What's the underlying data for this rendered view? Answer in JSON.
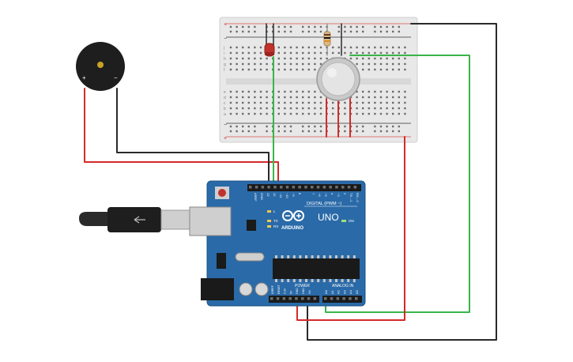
{
  "buzzer": {
    "plus_label": "+",
    "minus_label": "−"
  },
  "breadboard": {
    "row_letters_top": [
      "j",
      "i",
      "h",
      "g",
      "f"
    ],
    "row_letters_bottom": [
      "e",
      "d",
      "c",
      "b",
      "a"
    ],
    "rail_plus": "+",
    "rail_minus": "−"
  },
  "arduino": {
    "brand": "ARDUINO",
    "model": "UNO",
    "digital_label": "DIGITAL (PWM ~)",
    "power_label": "POWER",
    "analog_label": "ANALOG IN",
    "on_label": "ON",
    "tx_label": "TX",
    "rx_label": "RX",
    "l_label": "L",
    "aref_label": "AREF",
    "gnd_label": "GND",
    "digital_pins": [
      "13",
      "12",
      "~11",
      "~10",
      "~9",
      "8",
      "7",
      "~6",
      "~5",
      "4",
      "~3",
      "2",
      "TX→1",
      "RX←0"
    ],
    "power_pins": [
      "IOREF",
      "RESET",
      "3.3V",
      "5V",
      "GND",
      "GND",
      "Vin"
    ],
    "analog_pins": [
      "A0",
      "A1",
      "A2",
      "A3",
      "A4",
      "A5"
    ]
  },
  "colors": {
    "board": "#2a6aa8",
    "wire_red": "#d42a2a",
    "wire_black": "#2a2a2a",
    "wire_green": "#3ab54a",
    "breadboard": "#e8e8e8",
    "led": "#c0322e"
  }
}
